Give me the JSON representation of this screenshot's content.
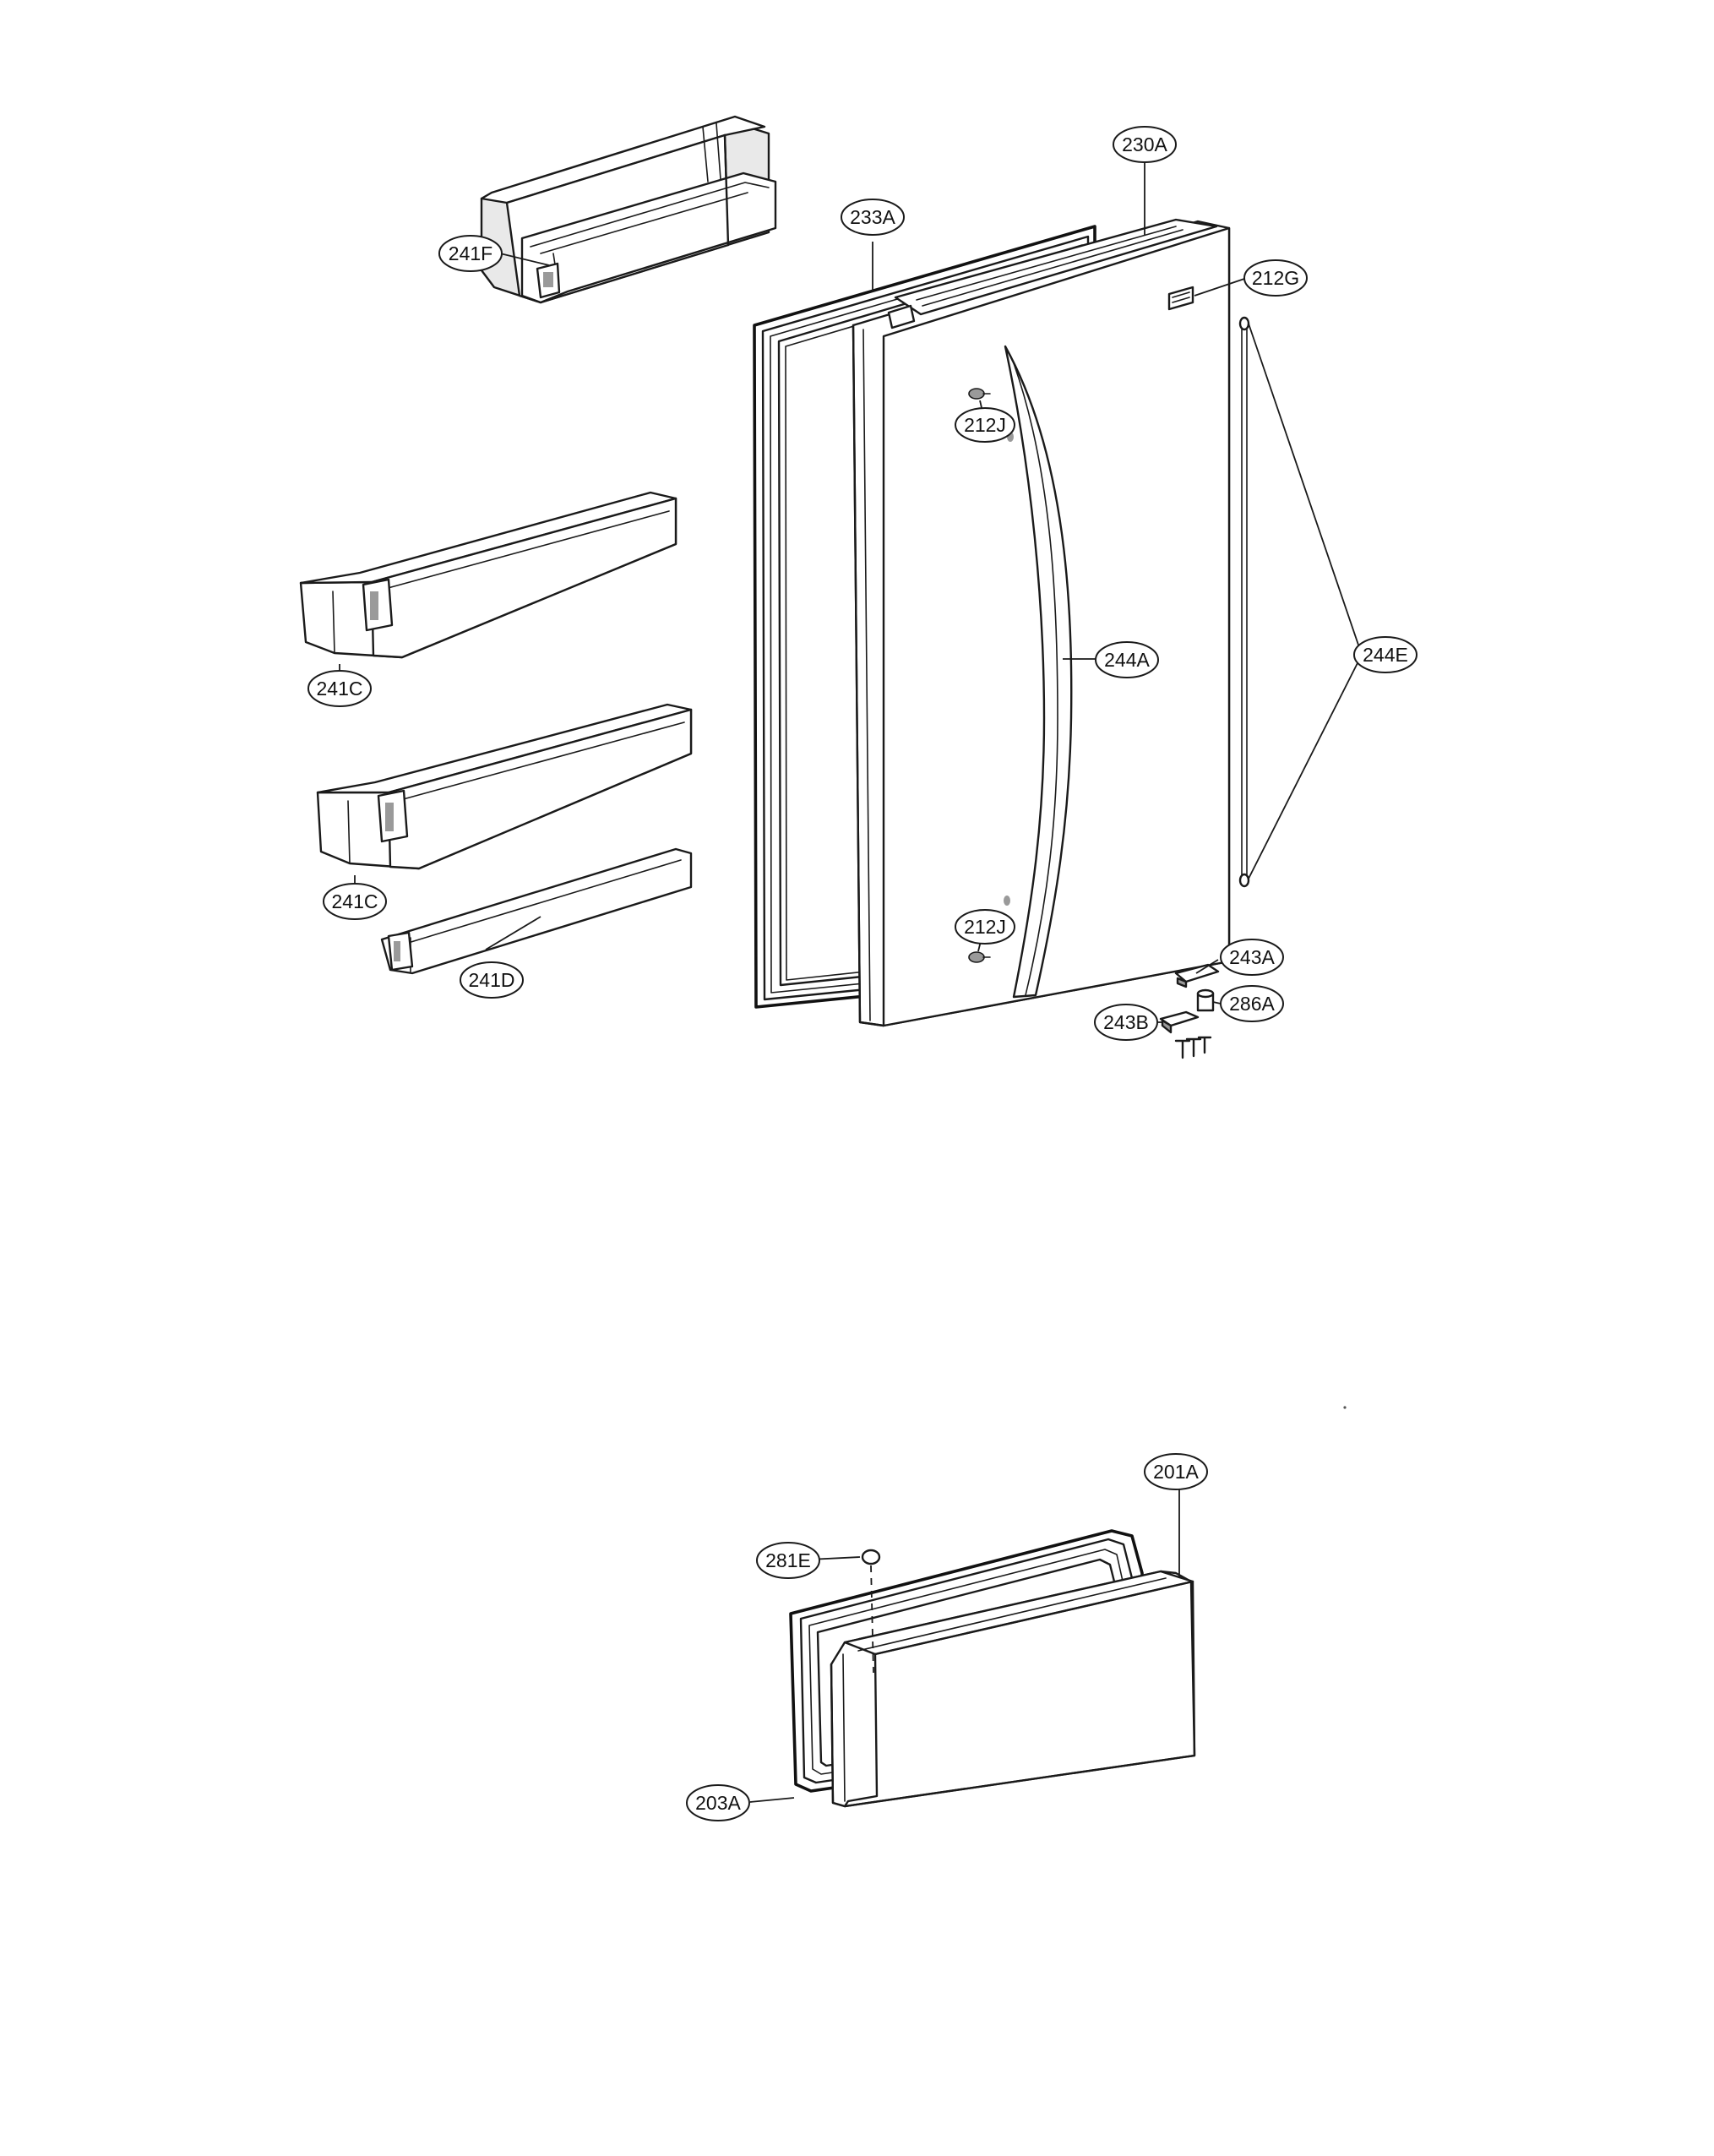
{
  "diagram": {
    "callouts": [
      {
        "id": "241F",
        "label": "241F"
      },
      {
        "id": "230A",
        "label": "230A"
      },
      {
        "id": "233A",
        "label": "233A"
      },
      {
        "id": "212G",
        "label": "212G"
      },
      {
        "id": "212J-top",
        "label": "212J"
      },
      {
        "id": "241C-upper",
        "label": "241C"
      },
      {
        "id": "244A",
        "label": "244A"
      },
      {
        "id": "244E",
        "label": "244E"
      },
      {
        "id": "241C-lower",
        "label": "241C"
      },
      {
        "id": "212J-bottom",
        "label": "212J"
      },
      {
        "id": "241D",
        "label": "241D"
      },
      {
        "id": "243A",
        "label": "243A"
      },
      {
        "id": "286A",
        "label": "286A"
      },
      {
        "id": "243B",
        "label": "243B"
      },
      {
        "id": "201A",
        "label": "201A"
      },
      {
        "id": "281E",
        "label": "281E"
      },
      {
        "id": "203A",
        "label": "203A"
      }
    ]
  }
}
